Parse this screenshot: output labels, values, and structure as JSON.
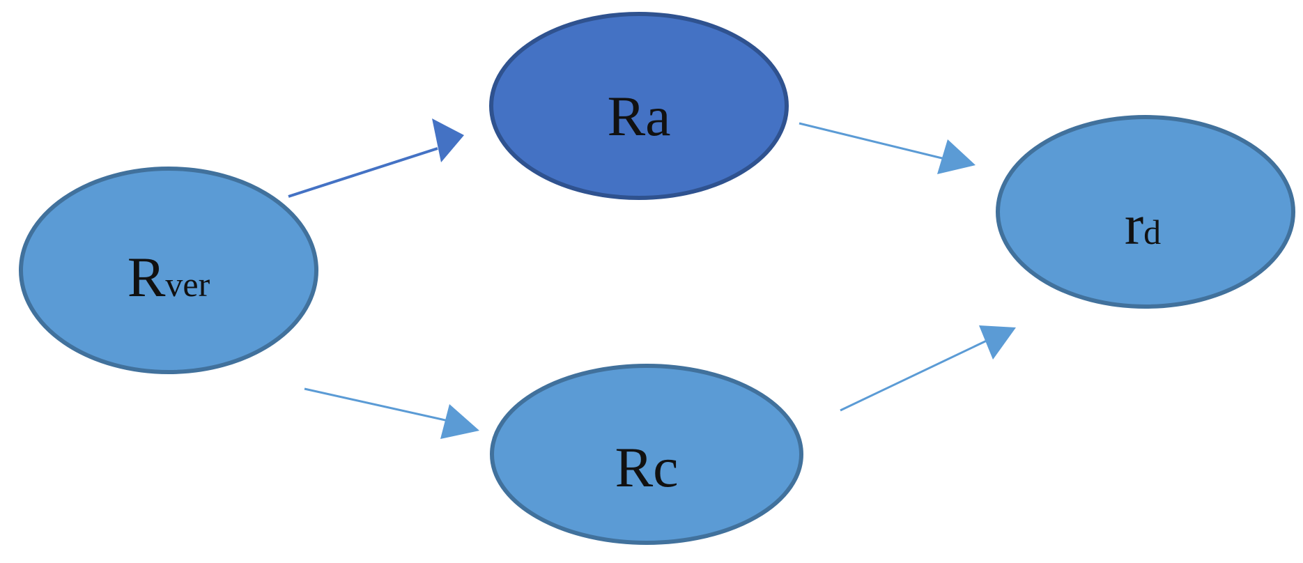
{
  "nodes": {
    "rver": {
      "main": "R",
      "sub": "ver",
      "fill": "#5b9bd5",
      "stroke": "#41719c"
    },
    "ra": {
      "main": "Ra",
      "sub": "",
      "fill": "#4472c4",
      "stroke": "#2f528f"
    },
    "rc": {
      "main": "Rc",
      "sub": "",
      "fill": "#5b9bd5",
      "stroke": "#41719c"
    },
    "rd": {
      "main": "r",
      "sub": "d",
      "fill": "#5b9bd5",
      "stroke": "#41719c"
    }
  },
  "edges": [
    {
      "from": "rver",
      "to": "ra",
      "color": "#4472c4"
    },
    {
      "from": "rver",
      "to": "rc",
      "color": "#5b9bd5"
    },
    {
      "from": "ra",
      "to": "rd",
      "color": "#5b9bd5"
    },
    {
      "from": "rc",
      "to": "rd",
      "color": "#5b9bd5"
    }
  ]
}
